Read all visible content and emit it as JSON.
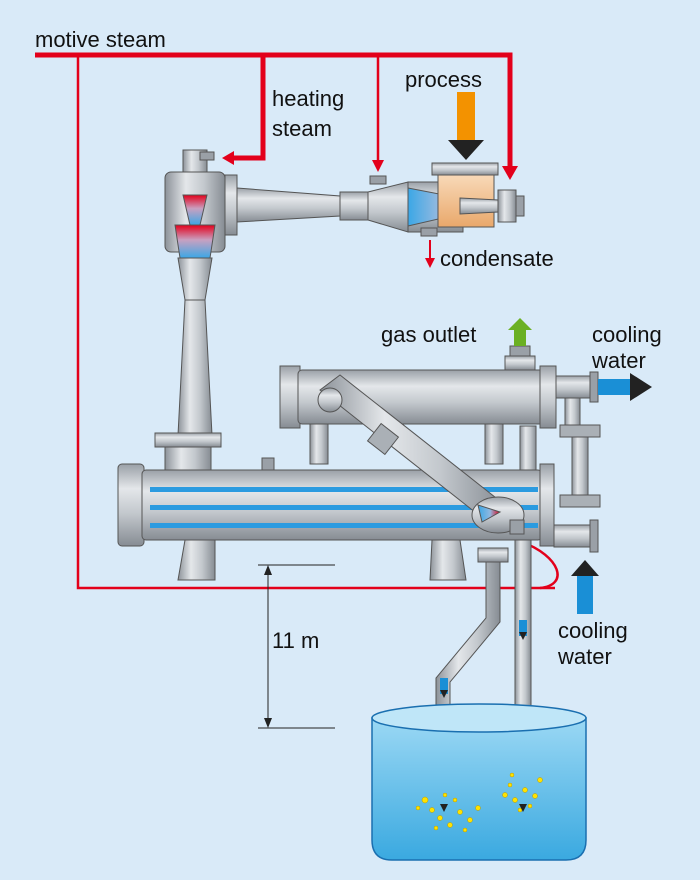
{
  "labels": {
    "motive_steam": "motive steam",
    "heating_steam_line1": "heating",
    "heating_steam_line2": "steam",
    "process": "process",
    "condensate": "condensate",
    "gas_outlet": "gas outlet",
    "cooling_water_out_line1": "cooling",
    "cooling_water_out_line2": "water",
    "cooling_water_in_line1": "cooling",
    "cooling_water_in_line2": "water",
    "height": "11 m"
  },
  "colors": {
    "background": "#d9eaf8",
    "steam_line": "#e3001b",
    "process_arrow": "#f39200",
    "gas_arrow": "#6ab023",
    "cooling_arrow": "#1a8fd6",
    "metal": "#b9bec4",
    "water": "#6cc4ee"
  }
}
